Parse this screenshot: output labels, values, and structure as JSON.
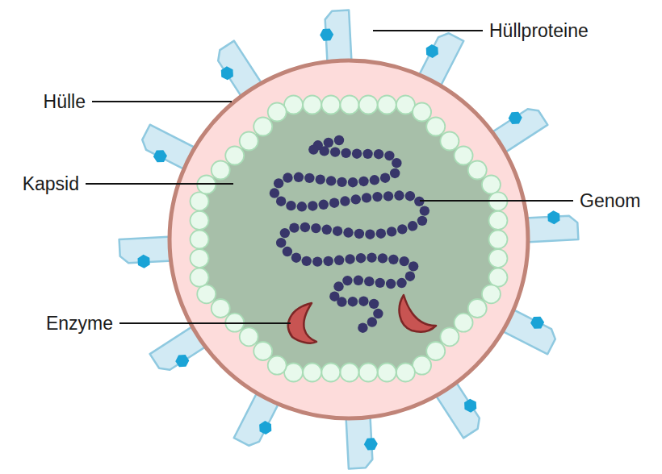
{
  "diagram": {
    "labels": [
      "Hüllproteine",
      "Hülle",
      "Kapsid",
      "Genom",
      "Enzyme"
    ]
  }
}
